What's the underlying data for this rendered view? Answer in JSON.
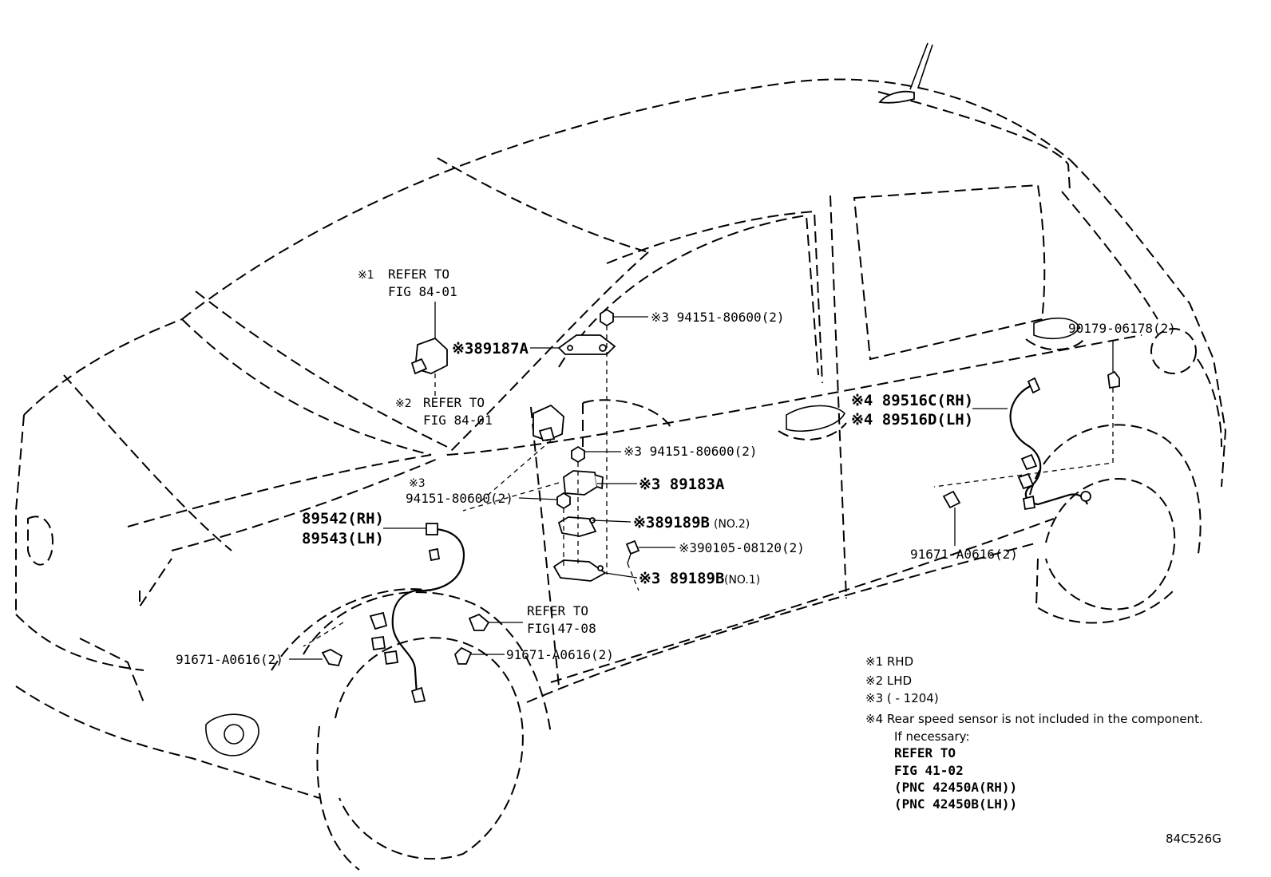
{
  "labels": {
    "ref1_mark": "※1",
    "ref1_line1": "REFER TO",
    "ref1_line2": "FIG 84-01",
    "ref2_mark": "※2",
    "ref2_line1": "REFER TO",
    "ref2_line2": "FIG 84-01",
    "p89187a": "※389187A",
    "p94151_top": "※3 94151-80600(2)",
    "p94151_mid": "※3 94151-80600(2)",
    "p94151_left_mark": "※3",
    "p94151_left": "94151-80600(2)",
    "p89183a": "※3 89183A",
    "p89189b2": "※389189B",
    "p89189b2_suffix": "(NO.2)",
    "p90105": "※390105-08120(2)",
    "p89189b1": "※3 89189B",
    "p89189b1_suffix": "(NO.1)",
    "p89542": "89542(RH)",
    "p89543": "89543(LH)",
    "ref47_line1": "REFER TO",
    "ref47_line2": "FIG 47-08",
    "p91671_left": "91671-A0616(2)",
    "p91671_center": "91671-A0616(2)",
    "p91671_rear": "91671-A0616(2)",
    "p90179": "90179-06178(2)",
    "p89516c": "※4 89516C(RH)",
    "p89516d": "※4 89516D(LH)"
  },
  "notes": {
    "n1": "※1 RHD",
    "n2": "※2 LHD",
    "n3": "※3 (        - 1204)",
    "n4": "※4 Rear speed sensor is not included in the component.",
    "n5": "If necessary:",
    "n6": "REFER TO",
    "n7": "FIG 41-02",
    "n8": "(PNC 42450A(RH))",
    "n9": "(PNC 42450B(LH))"
  },
  "figure_code": "84C526G"
}
